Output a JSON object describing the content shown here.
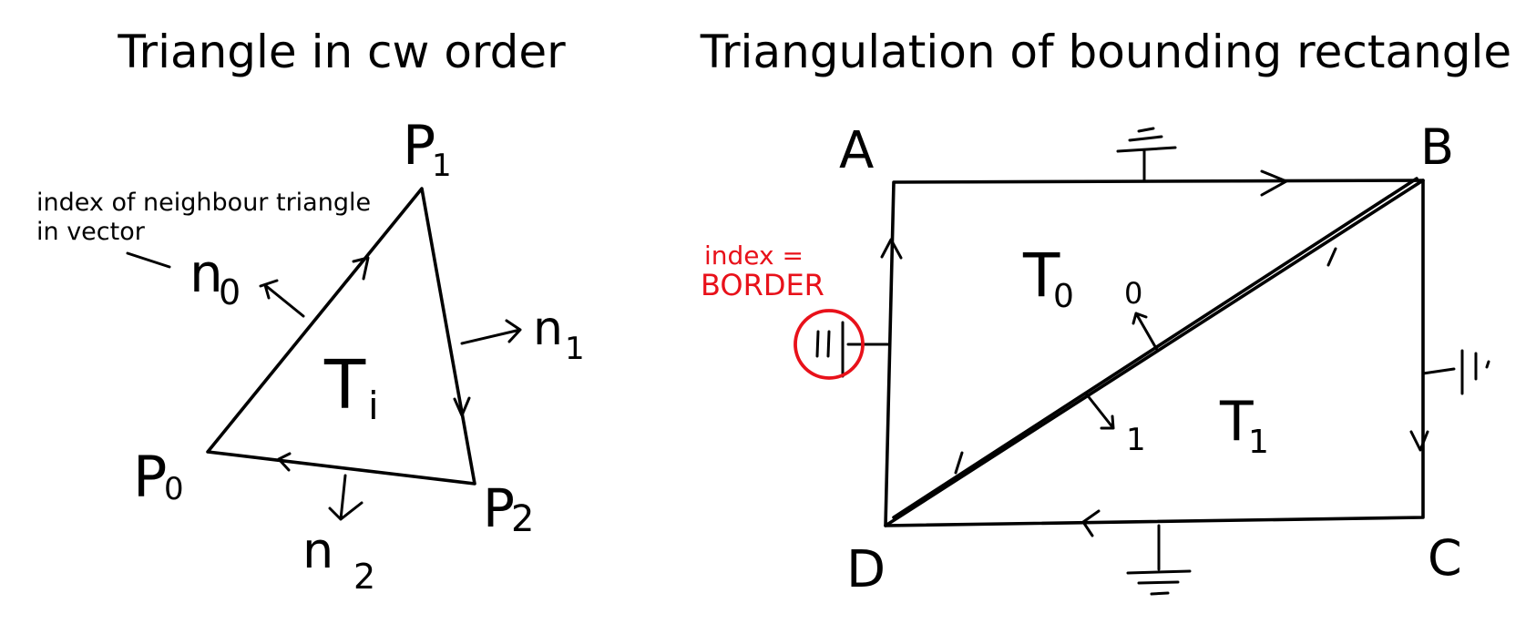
{
  "left_panel": {
    "title": "Triangle in cw order",
    "annotation_line1": "index of neighbour triangle",
    "annotation_line2": "in vector",
    "triangle_label": "T",
    "triangle_label_sub": "i",
    "vertices": [
      {
        "name": "P",
        "sub": "0"
      },
      {
        "name": "P",
        "sub": "1"
      },
      {
        "name": "P",
        "sub": "2"
      }
    ],
    "neighbours": [
      {
        "name": "n",
        "sub": "0"
      },
      {
        "name": "n",
        "sub": "1"
      },
      {
        "name": "n",
        "sub": "2"
      }
    ]
  },
  "right_panel": {
    "title": "Triangulation of bounding rectangle",
    "corners": [
      "A",
      "B",
      "C",
      "D"
    ],
    "border_label_line1": "index =",
    "border_label_line2": "BORDER",
    "triangles": [
      {
        "name": "T",
        "sub": "0"
      },
      {
        "name": "T",
        "sub": "1"
      }
    ],
    "diagonal_marks": [
      "0",
      "1"
    ]
  },
  "colors": {
    "ink": "#000000",
    "highlight": "#e8111a"
  }
}
